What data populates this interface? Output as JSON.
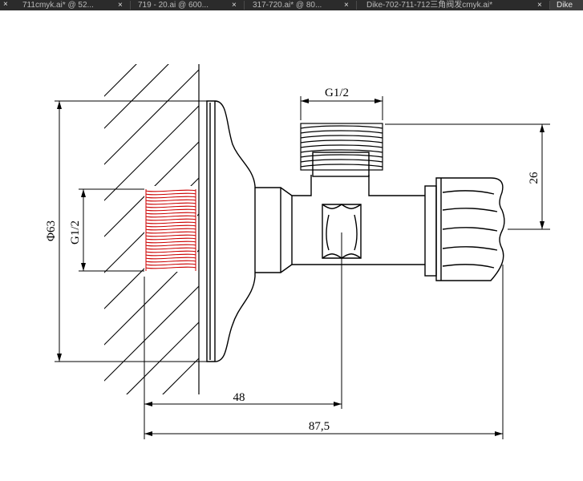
{
  "document_tabs": [
    {
      "label": "711cmyk.ai* @ 52...",
      "close": "×"
    },
    {
      "label": "719 - 20.ai @ 600...",
      "close": "×"
    },
    {
      "label": "317-720.ai* @ 80...",
      "close": "×"
    },
    {
      "label": "Dike-702-711-712三角阀发cmyk.ai*",
      "close": "×"
    },
    {
      "label": "Dike",
      "close": ""
    }
  ],
  "leading_close": "×",
  "drawing": {
    "labels": {
      "top_thread": "G1/2",
      "wall_thread": "G1/2",
      "flange_diameter": "Φ63",
      "height": "26",
      "outlet_offset": "48",
      "overall_length": "87,5"
    },
    "colors": {
      "line": "#000000",
      "thread_highlight": "#cc0000",
      "background": "#ffffff",
      "tabbar": "#2b2b2b",
      "tab_text": "#b9b9b9"
    }
  }
}
